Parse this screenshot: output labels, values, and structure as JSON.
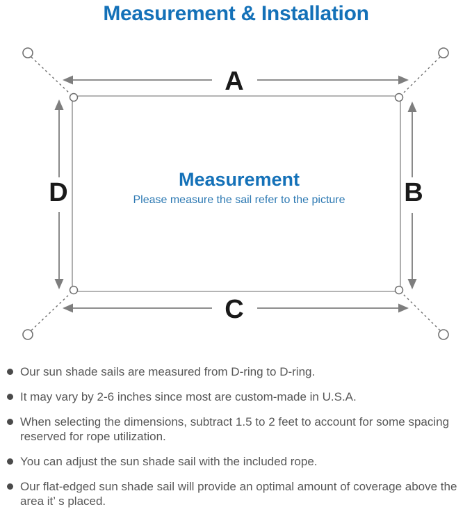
{
  "header": {
    "title": "Measurement & Installation"
  },
  "diagram": {
    "dimension_labels": {
      "a": "A",
      "b": "B",
      "c": "C",
      "d": "D"
    },
    "center": {
      "title": "Measurement",
      "subtitle": "Please measure the sail refer to the picture"
    }
  },
  "notes": {
    "items": [
      {
        "text": "Our sun shade sails are measured from D-ring to D-ring."
      },
      {
        "text": "It may vary by 2-6 inches since most are custom-made in U.S.A."
      },
      {
        "text": "When selecting the dimensions, subtract 1.5 to 2 feet to account for some spacing reserved for rope utilization."
      },
      {
        "text": "You can adjust the sun shade sail with the included rope."
      },
      {
        "text": "Our flat-edged sun shade sail will provide an optimal amount of coverage above the area it’ s placed."
      }
    ]
  },
  "colors": {
    "accent_blue": "#1471b8",
    "subtitle_blue": "#2e7ab3",
    "text_gray": "#575757",
    "line_gray": "#7e7e7e",
    "outline_gray": "#9b9b9b"
  }
}
